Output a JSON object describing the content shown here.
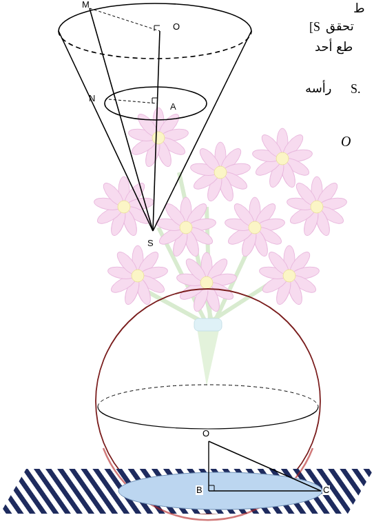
{
  "diagram": {
    "labels": [
      "M",
      "O",
      "N",
      "A",
      "S",
      "ط",
      "[S",
      "تحقق",
      "طع أحد",
      "رأسه",
      "S.",
      "O",
      "O",
      "B",
      "C"
    ]
  }
}
